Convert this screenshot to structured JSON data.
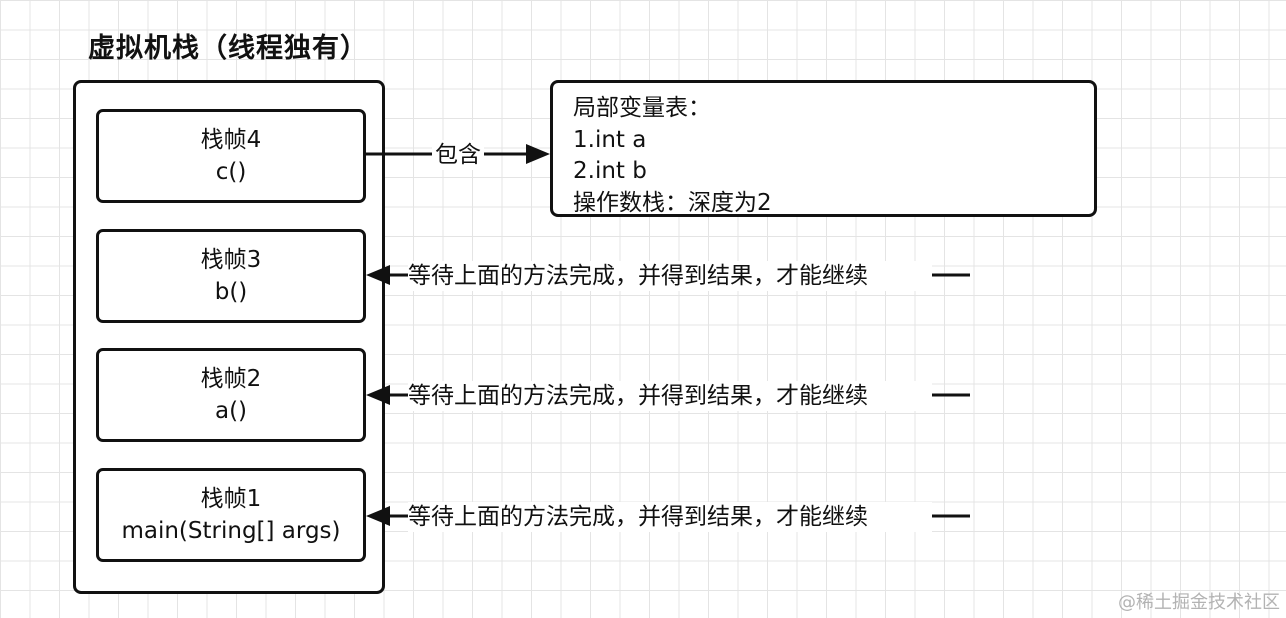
{
  "title": "虚拟机栈（线程独有）",
  "frames": [
    {
      "label": "栈帧4",
      "method": "c()"
    },
    {
      "label": "栈帧3",
      "method": "b()"
    },
    {
      "label": "栈帧2",
      "method": "a()"
    },
    {
      "label": "栈帧1",
      "method": "main(String[] args)"
    }
  ],
  "contains_label": "包含",
  "info_box": {
    "heading": "局部变量表：",
    "line1": "1.int a",
    "line2": "2.int b",
    "line3": "操作数栈：深度为2"
  },
  "wait_labels": [
    "等待上面的方法完成，并得到结果，才能继续",
    "等待上面的方法完成，并得到结果，才能继续",
    "等待上面的方法完成，并得到结果，才能继续"
  ],
  "watermark": "@稀土掘金技术社区"
}
